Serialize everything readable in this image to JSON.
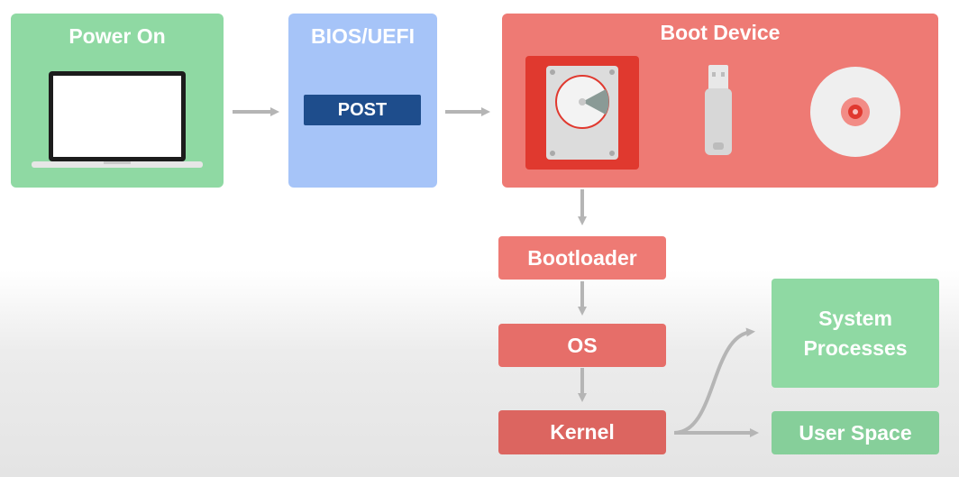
{
  "diagram": {
    "power_on": {
      "title": "Power On",
      "icon": "laptop-icon"
    },
    "bios": {
      "title": "BIOS/UEFI",
      "step": "POST"
    },
    "boot_device": {
      "title": "Boot Device",
      "devices": [
        "hard-drive-icon",
        "usb-drive-icon",
        "optical-disc-icon"
      ]
    },
    "bootloader": "Bootloader",
    "os": "OS",
    "kernel": "Kernel",
    "system_processes": "System Processes",
    "user_space": "User Space"
  },
  "colors": {
    "green": "#8fd9a3",
    "blue": "#a6c4f8",
    "red": "#ee7a74",
    "dark_red": "#e0392f",
    "navy": "#1e4d8c",
    "arrow": "#b5b5b5"
  }
}
